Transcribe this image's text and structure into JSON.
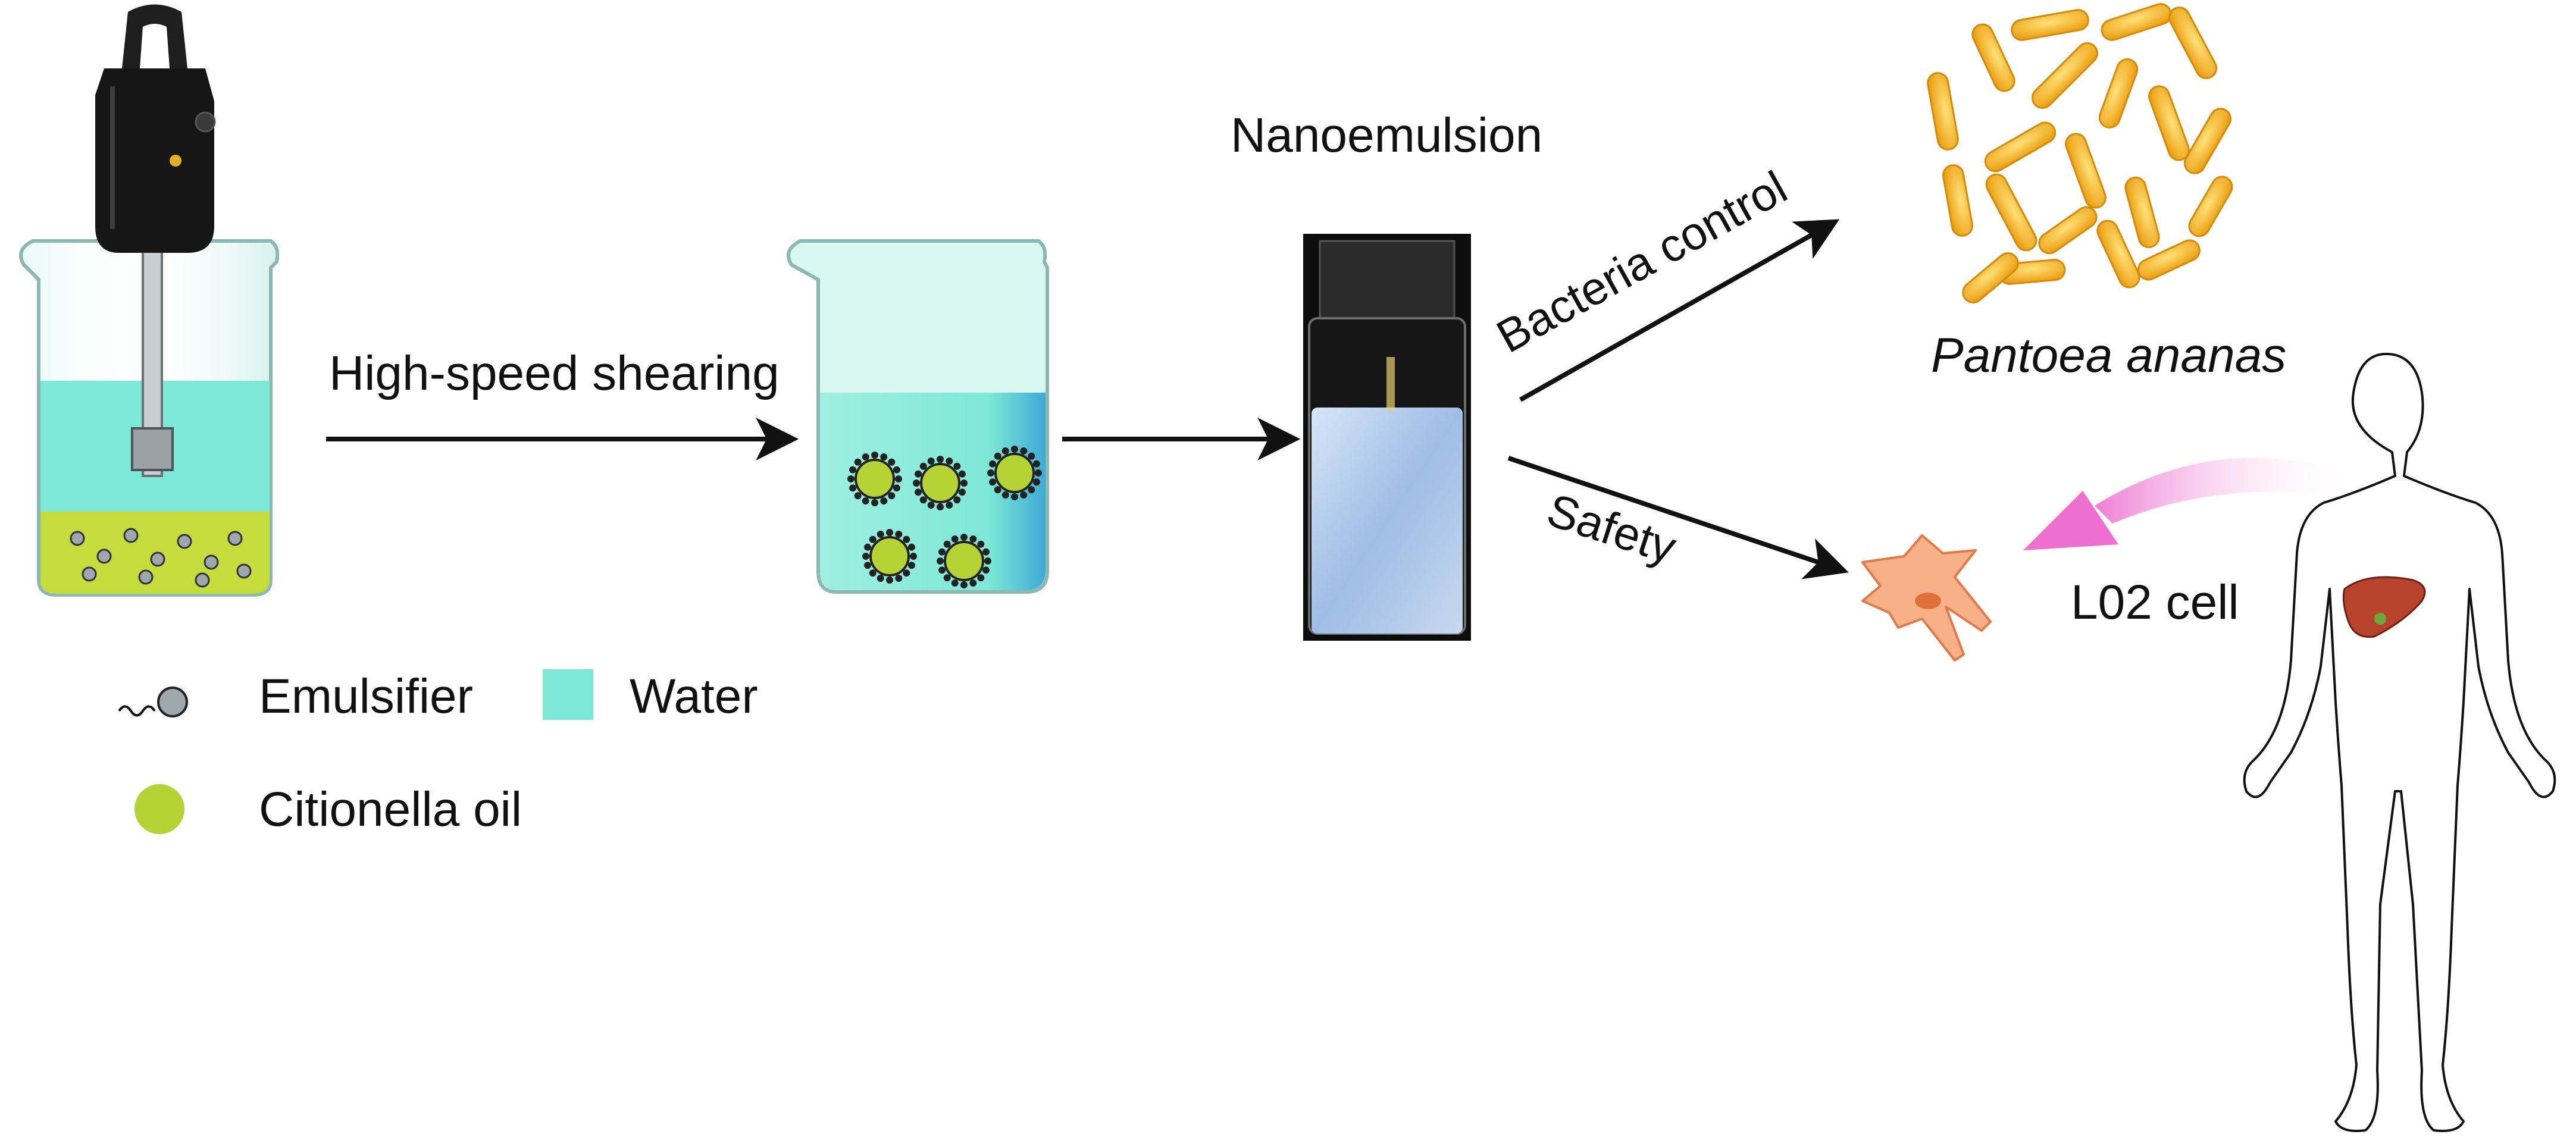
{
  "labels": {
    "step1": "High-speed shearing",
    "product": "Nanoemulsion",
    "route1": "Bacteria control",
    "route2": "Safety",
    "bacterium": "Pantoea ananas",
    "cell": "L02 cell"
  },
  "legend": {
    "emulsifier": "Emulsifier",
    "water": "Water",
    "oil": "Citionella oil"
  },
  "colors": {
    "water": "#7ee8d6",
    "oil": "#b5d334",
    "oil_layer": "#c4dd3c",
    "bacteria": "#f4b21a",
    "cell": "#f4a37a",
    "arrow_pink": "#f27bd0",
    "liver": "#b8432c",
    "emulsion": "#a8c4e8"
  },
  "icons": {
    "shear_mixer": "homogenizer-icon",
    "beaker_emulsifier": "beaker-icon",
    "vial": "vial-icon",
    "bacteria": "rod-bacteria-icon",
    "cell": "hepatocyte-icon",
    "human": "human-body-icon",
    "liver": "liver-icon"
  }
}
